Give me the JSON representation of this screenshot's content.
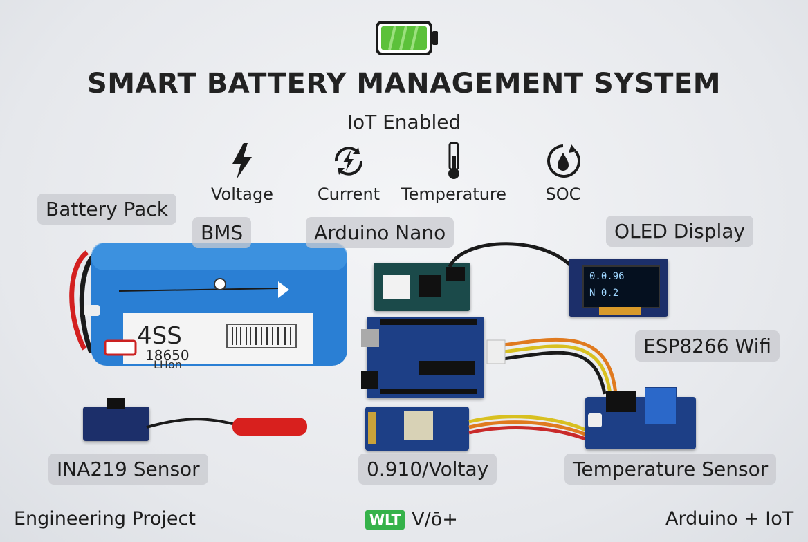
{
  "header": {
    "title": "SMART BATTERY MANAGEMENT SYSTEM",
    "subtitle": "IoT Enabled"
  },
  "metrics": [
    {
      "label": "Voltage",
      "icon": "lightning-bolt-icon"
    },
    {
      "label": "Current",
      "icon": "cycle-lightning-icon"
    },
    {
      "label": "Temperature",
      "icon": "thermometer-icon"
    },
    {
      "label": "SOC",
      "icon": "soc-drop-icon"
    }
  ],
  "labels": {
    "battery_pack": "Battery Pack",
    "bms": "BMS",
    "arduino_nano": "Arduino Nano",
    "oled_display": "OLED Display",
    "esp8266": "ESP8266 Wifi",
    "ina219": "INA219 Sensor",
    "voltage_module": "0.910/Voltay",
    "temperature_sensor": "Temperature Sensor"
  },
  "battery": {
    "line1": "4SS",
    "line2": "18650",
    "line3": "LHon"
  },
  "oled": {
    "line1": "0.0.96",
    "line2": "N 0.2"
  },
  "footer": {
    "left": "Engineering Project",
    "center_badge": "WLT",
    "center_text": "V/ō+",
    "right": "Arduino + IoT"
  },
  "colors": {
    "battery_green": "#5cc13a",
    "battery_blue": "#2a7fd4",
    "pcb_blue": "#1d3f86"
  }
}
